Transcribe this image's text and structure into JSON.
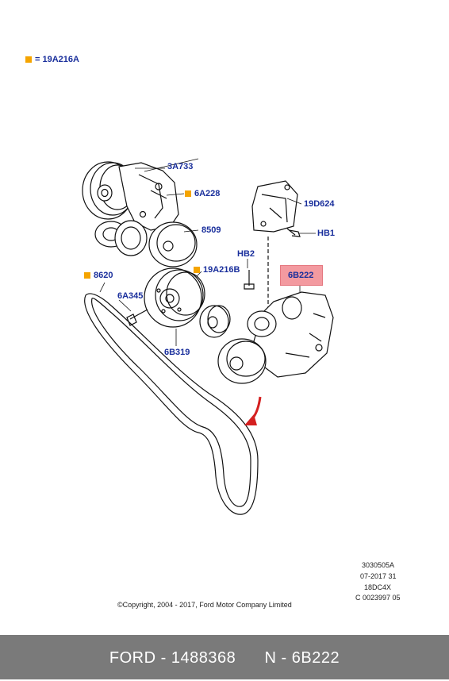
{
  "legend": {
    "text": "= 19A216A",
    "marker_color": "#f5a400"
  },
  "callouts": {
    "c_3a733": "3A733",
    "c_6a228": "6A228",
    "c_8509": "8509",
    "c_19d624": "19D624",
    "c_hb1": "HB1",
    "c_hb2": "HB2",
    "c_19a216b": "19A216B",
    "c_8620": "8620",
    "c_6a345": "6A345",
    "c_6b222": "6B222",
    "c_6b319": "6B319"
  },
  "highlight": {
    "label": "6B222",
    "color": "#f39aa0"
  },
  "meta": {
    "line1": "3030505A",
    "line2": "07-2017 31",
    "line3": "18DC4X",
    "line4": "C 0023997 05"
  },
  "copyright": "©Copyright, 2004 - 2017, Ford Motor Company Limited",
  "footer": {
    "text": "FORD - 1488368      N - 6B222",
    "background": "#7a7a7a"
  },
  "colors": {
    "callout_text": "#1a2f9c",
    "arrow": "#d42020"
  }
}
